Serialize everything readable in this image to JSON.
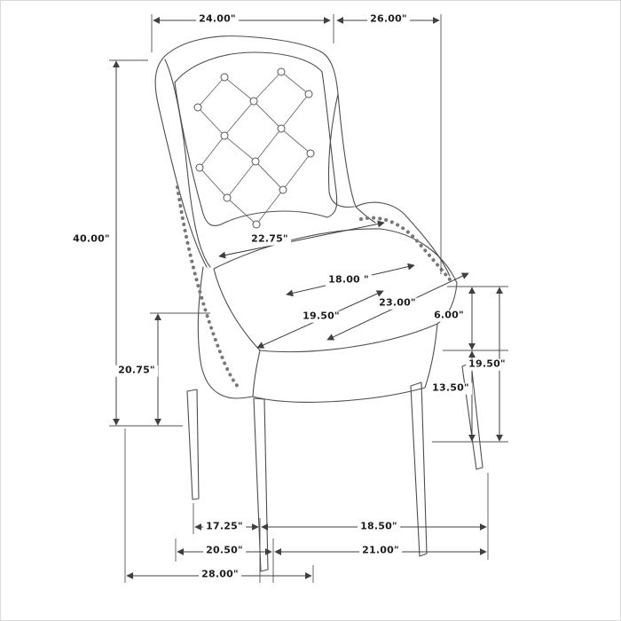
{
  "diagram": {
    "kind": "furniture-dimension-drawing",
    "subject": "tufted wingback dining chair line drawing with dimensions"
  },
  "dims": {
    "back_width_top": "24.00\"",
    "depth_top": "26.00\"",
    "overall_height": "40.00\"",
    "arm_height": "20.75\"",
    "interior_back_width": "22.75\"",
    "seat_depth": "18.00 \"",
    "seat_width_outer": "23.00\"",
    "seat_width_front": "19.50\"",
    "seat_cushion_thickness": "6.00\"",
    "leg_height": "13.50\"",
    "floor_to_seat_height": "19.50\"",
    "leg_spacing_side": "17.25\"",
    "leg_spacing_front": "18.50\"",
    "base_depth": "20.50\"",
    "base_width": "21.00\"",
    "overall_depth": "28.00\""
  }
}
